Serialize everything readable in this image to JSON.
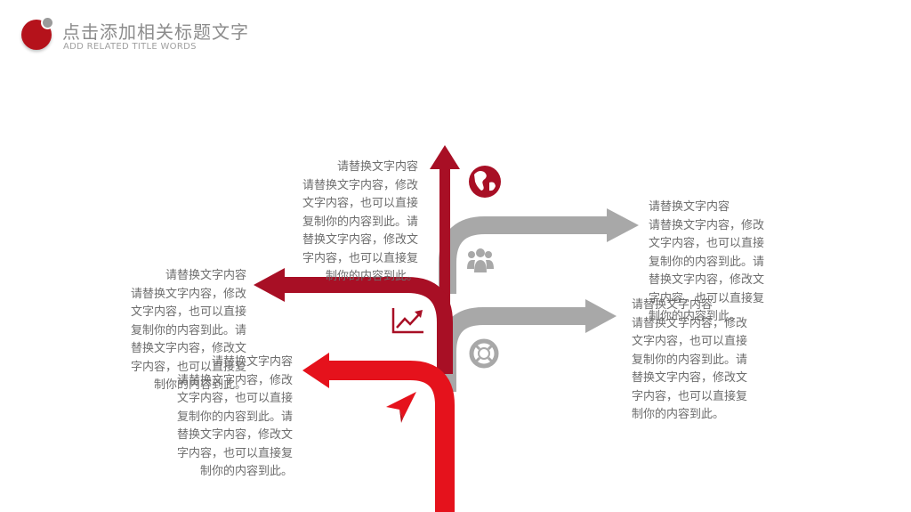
{
  "header": {
    "title": "点击添加相关标题文字",
    "subtitle": "ADD RELATED TITLE WORDS"
  },
  "colors": {
    "dark_red": "#a80f25",
    "red": "#e5121c",
    "gray": "#a8a8a8",
    "text": "#6d6d6d"
  },
  "icons": [
    "globe-icon",
    "people-icon",
    "chart-trend-icon",
    "lifebuoy-icon",
    "paper-plane-icon"
  ],
  "blocks": [
    {
      "heading": "请替换文字内容",
      "body": "请替换文字内容，修改文字内容，也可以直接复制你的内容到此。请替换文字内容，修改文字内容，也可以直接复制你的内容到此。"
    },
    {
      "heading": "请替换文字内容",
      "body": "请替换文字内容，修改文字内容，也可以直接复制你的内容到此。请替换文字内容，修改文字内容，也可以直接复制你的内容到此。"
    },
    {
      "heading": "请替换文字内容",
      "body": "请替换文字内容，修改文字内容，也可以直接复制你的内容到此。请替换文字内容，修改文字内容，也可以直接复制你的内容到此。"
    },
    {
      "heading": "请替换文字内容",
      "body": "请替换文字内容，修改文字内容，也可以直接复制你的内容到此。请替换文字内容，修改文字内容，也可以直接复制你的内容到此。"
    },
    {
      "heading": "请替换文字内容",
      "body": "请替换文字内容，修改文字内容，也可以直接复制你的内容到此。请替换文字内容，修改文字内容，也可以直接复制你的内容到此。"
    }
  ]
}
